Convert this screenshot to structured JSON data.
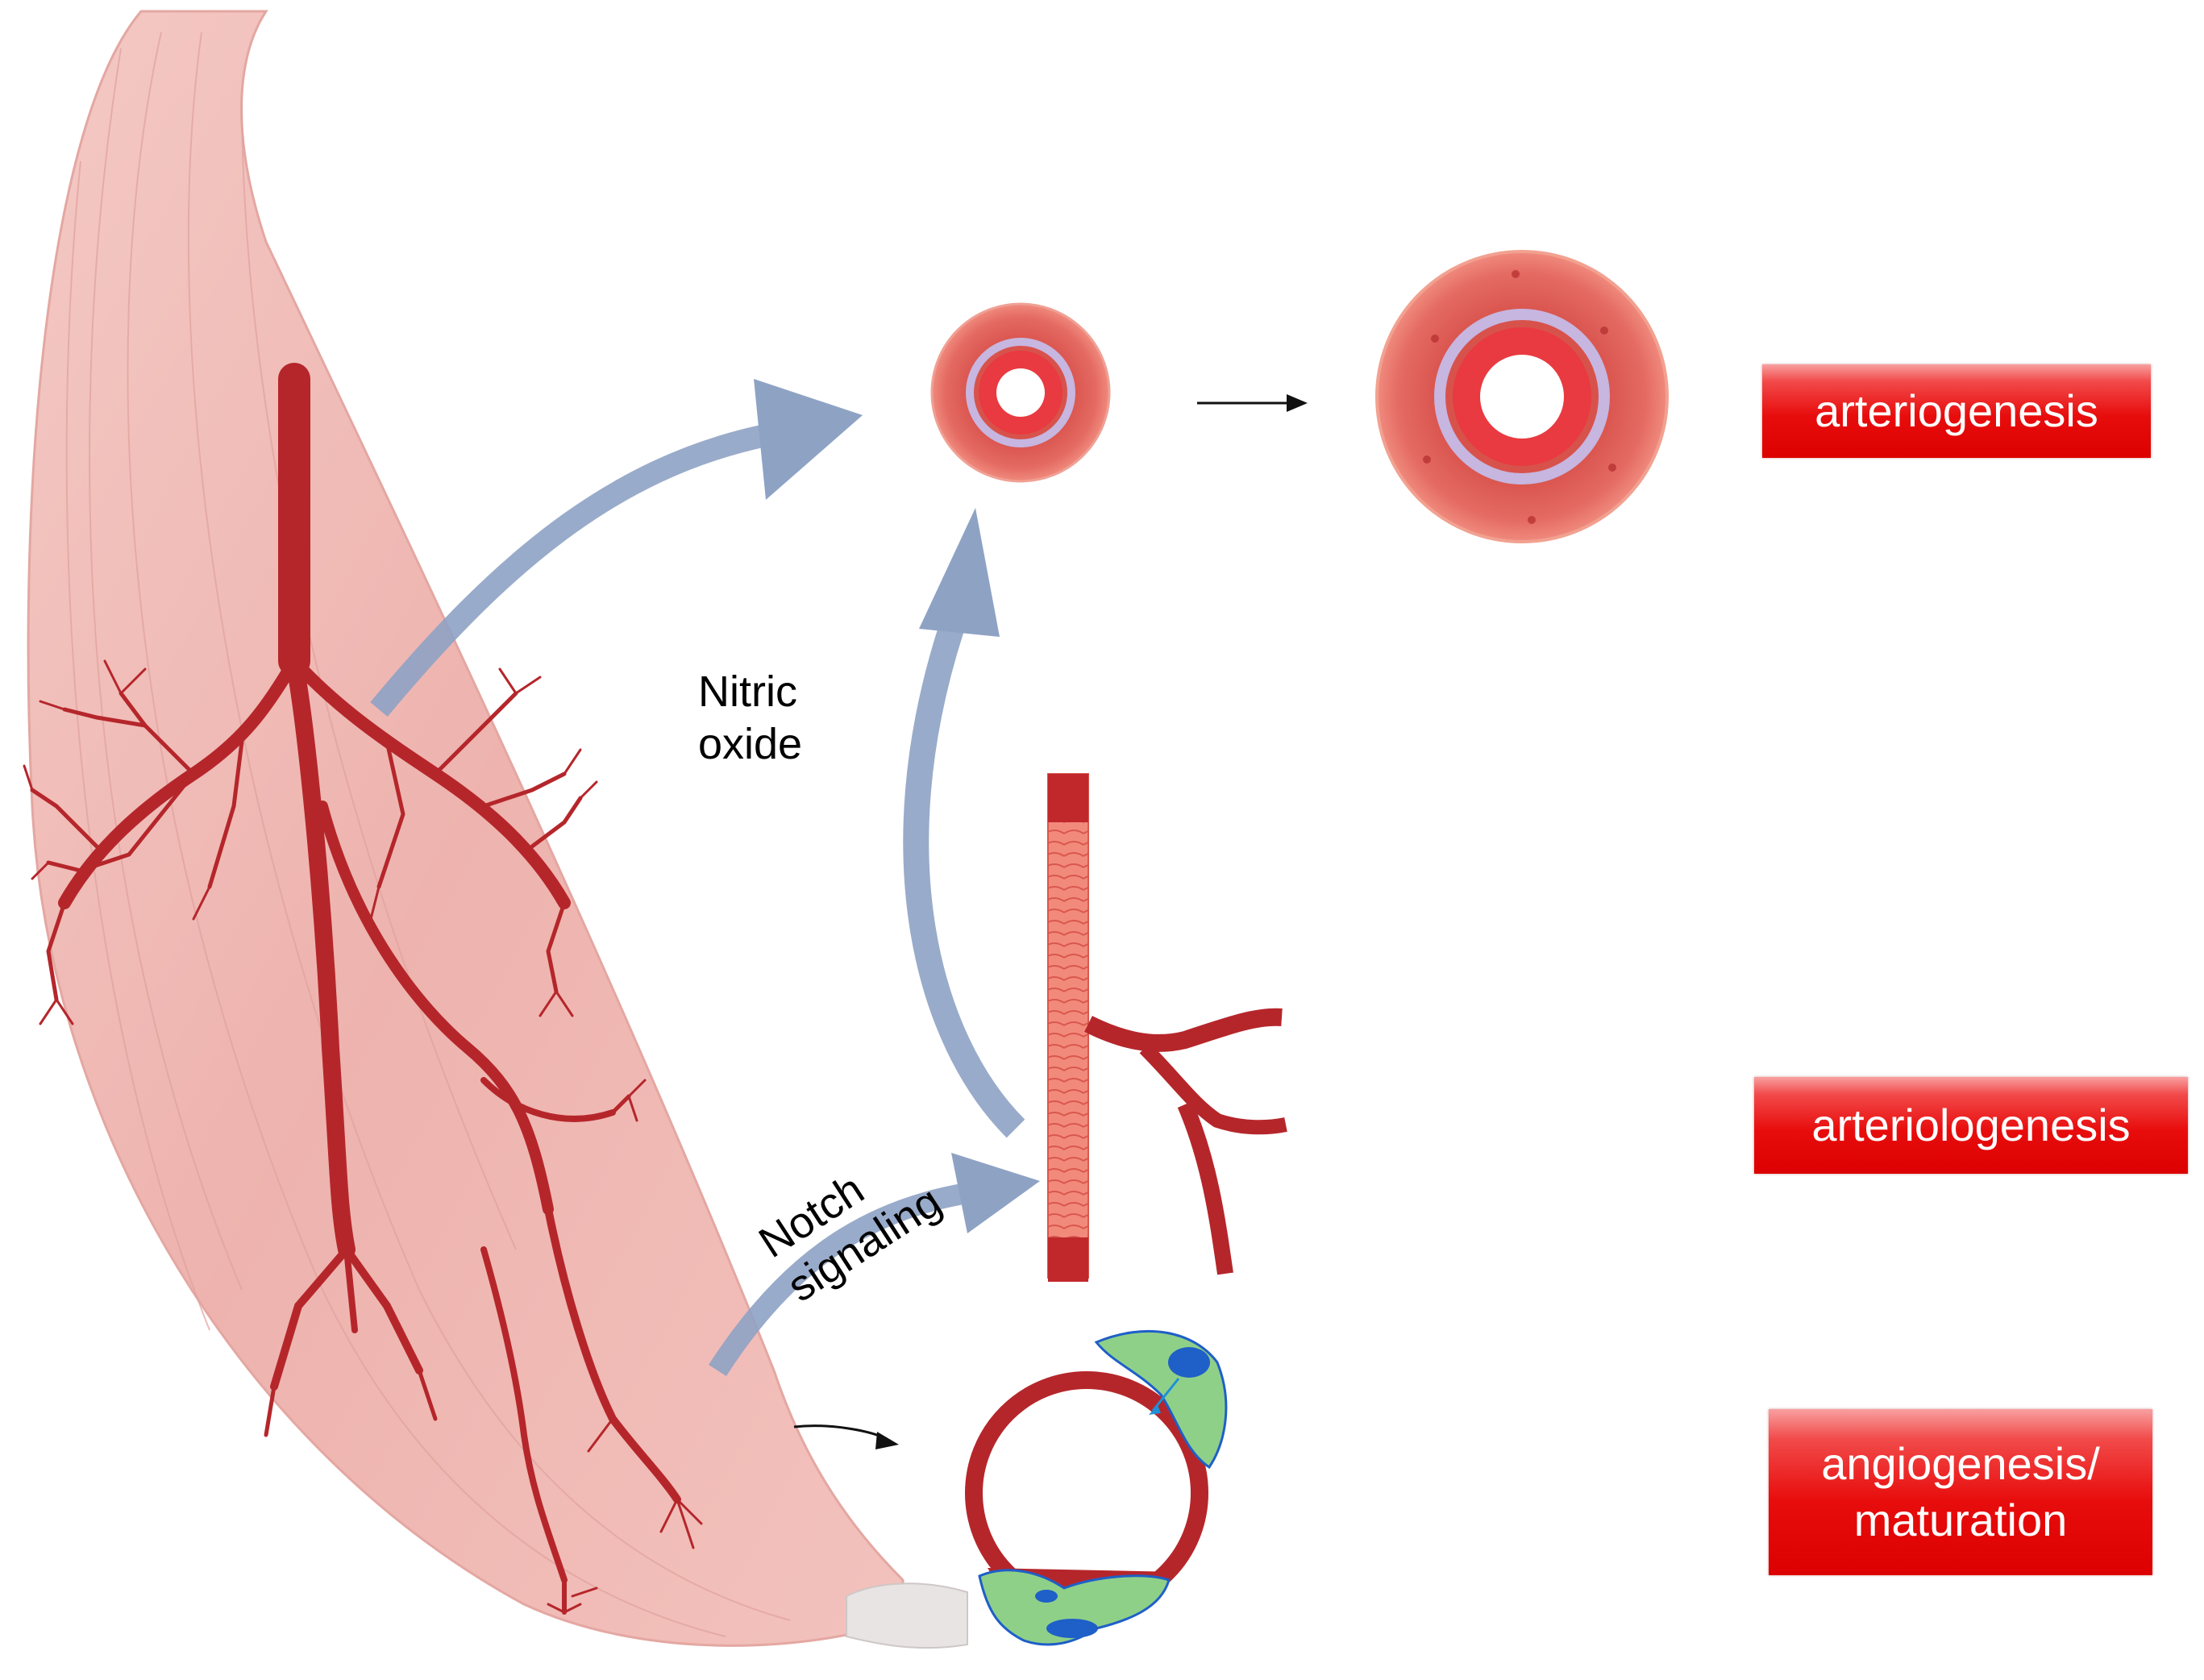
{
  "labels": {
    "arteriogenesis": "arteriogenesis",
    "arteriologenesis": "arteriologenesis",
    "angiogenesis_line1": "angiogenesis/",
    "angiogenesis_line2": "maturation"
  },
  "annotations": {
    "nitric_line1": "Nitric",
    "nitric_line2": "oxide",
    "notch_line1": "Notch",
    "notch_line2": "signaling"
  },
  "colors": {
    "muscle": "#f0b8b4",
    "vessel": "#b5262b",
    "arrow": "#8ea2c4",
    "label_red": "#e30b0b",
    "cell_green": "#8fd089",
    "nucleus_blue": "#1e5fc8"
  }
}
